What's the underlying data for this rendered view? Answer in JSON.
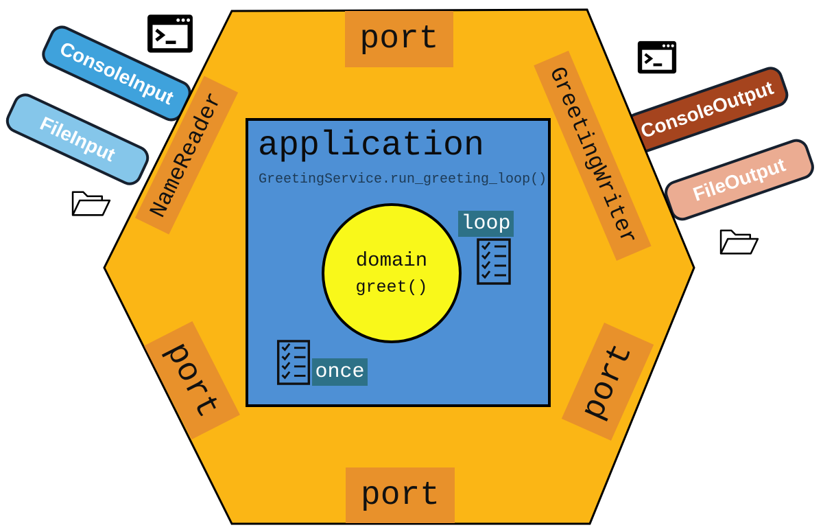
{
  "colors": {
    "hexagon_fill": "#fbb615",
    "hexagon_border": "#000000",
    "port_label_bg": "#e8912b",
    "application_bg": "#4e90d5",
    "application_border": "#000000",
    "domain_fill": "#f9f81a",
    "badge_bg": "#2d7187",
    "badge_text": "#ffffff",
    "console_input_bg": "#3fa2dc",
    "file_input_bg": "#85c6ea",
    "console_output_bg": "#a5441e",
    "file_output_bg": "#ebac92",
    "adapter_border": "#16202e",
    "adapter_text": "#ffffff"
  },
  "hexagon": {
    "ports": {
      "top": {
        "label": "port"
      },
      "bottom": {
        "label": "port"
      },
      "lower_left": {
        "label": "port"
      },
      "lower_right": {
        "label": "port"
      }
    },
    "edge_labels": {
      "upper_left": {
        "label": "NameReader"
      },
      "upper_right": {
        "label": "GreetingWriter"
      }
    }
  },
  "application": {
    "title": "application",
    "subtitle": "GreetingService.run_greeting_loop()",
    "domain": {
      "name": "domain",
      "method": "greet()"
    },
    "badges": {
      "loop": "loop",
      "once": "once"
    }
  },
  "adapters": {
    "console_input": {
      "label": "ConsoleInput"
    },
    "file_input": {
      "label": "FileInput"
    },
    "console_output": {
      "label": "ConsoleOutput"
    },
    "file_output": {
      "label": "FileOutput"
    }
  },
  "icons": {
    "terminal_input": "terminal-icon",
    "terminal_output": "terminal-icon",
    "folder_input": "folder-icon",
    "folder_output": "folder-icon",
    "checklist_loop": "checklist-icon",
    "checklist_once": "checklist-icon"
  }
}
